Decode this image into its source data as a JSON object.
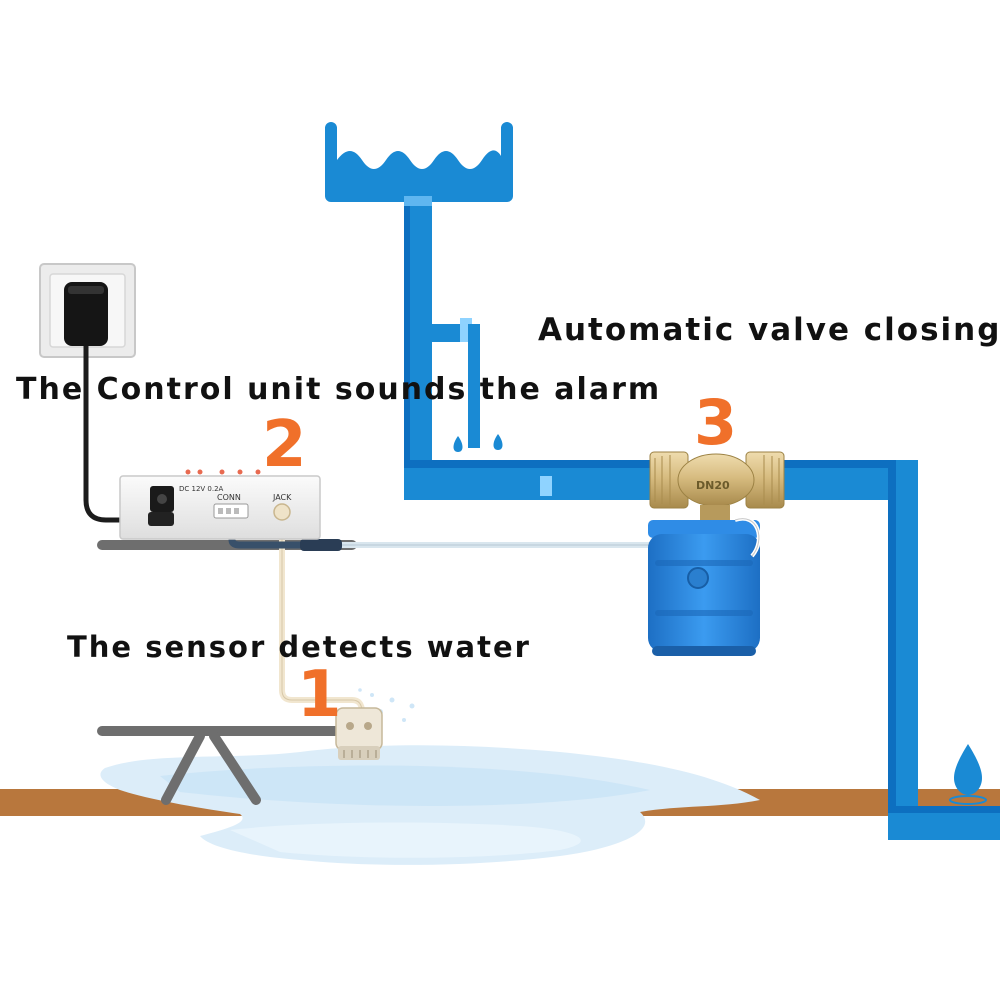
{
  "captions": {
    "valve": "Automatic valve closing",
    "alarm": "The Control unit sounds the alarm",
    "sensor": "The sensor detects water"
  },
  "steps": [
    "1",
    "2",
    "3"
  ],
  "device_labels": {
    "power": "DC 12V 0.2A",
    "conn": "CONN",
    "jack": "JACK",
    "valve_size": "DN20"
  },
  "colors": {
    "pipe": "#1a8ad4",
    "pipe_dark": "#0d6fc0",
    "pipe_light": "#6ec6ff",
    "step_number": "#f0702a",
    "floor": "#b8773d",
    "water_puddle": "#d9ecf8",
    "valve_brass": "#d4b87a",
    "actuator_blue": "#2a86e0",
    "table_grey": "#6e6e6e"
  },
  "icons": {
    "outlet": "wall-outlet-icon",
    "adapter": "power-adapter-icon",
    "drop": "water-drop-icon"
  }
}
